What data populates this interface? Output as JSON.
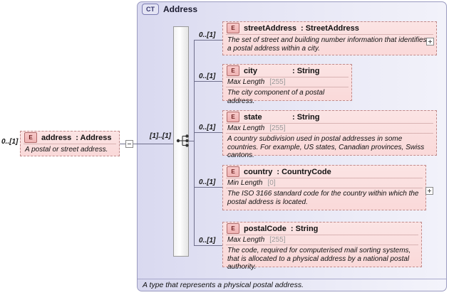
{
  "diagram": {
    "complex_type": {
      "badge": "CT",
      "title": "Address",
      "footer_annotation": "A type that represents a physical postal address."
    },
    "root_element": {
      "badge": "E",
      "name": "address",
      "type": ": Address",
      "cardinality": "0..[1]",
      "annotation": "A postal or street address.",
      "collapse_icon": "minus-box"
    },
    "sequence": {
      "cardinality": "[1]..[1]",
      "icon": "sequence-compositor-icon"
    },
    "children": [
      {
        "badge": "E",
        "name": "streetAddress",
        "type": ": StreetAddress",
        "cardinality": "0..[1]",
        "facet_name": "",
        "facet_value": "",
        "annotation": "The set of street and building number information that identifies a postal address within a city.",
        "expand_icon": "plus-box"
      },
      {
        "badge": "E",
        "name": "city",
        "type": ": String",
        "cardinality": "0..[1]",
        "facet_name": "Max Length",
        "facet_value": "[255]",
        "annotation": "The city component of a postal address.",
        "expand_icon": ""
      },
      {
        "badge": "E",
        "name": "state",
        "type": ": String",
        "cardinality": "0..[1]",
        "facet_name": "Max Length",
        "facet_value": "[255]",
        "annotation": "A country subdivision used in postal addresses in some countries. For example, US states, Canadian provinces, Swiss cantons.",
        "expand_icon": ""
      },
      {
        "badge": "E",
        "name": "country",
        "type": ": CountryCode",
        "cardinality": "0..[1]",
        "facet_name": "Min Length",
        "facet_value": "[0]",
        "annotation": "The ISO 3166 standard code for the country within which the postal address is located.",
        "expand_icon": "plus-box"
      },
      {
        "badge": "E",
        "name": "postalCode",
        "type": ": String",
        "cardinality": "0..[1]",
        "facet_name": "Max Length",
        "facet_value": "[255]",
        "annotation": "The code, required for computerised mail sorting systems, that is allocated to a physical address by a national postal authority.",
        "expand_icon": ""
      }
    ],
    "colors": {
      "element_fill": "#fbe4e4",
      "element_border": "#c08b8b",
      "container_fill": "#e0e0f2",
      "container_border": "#9a9ac0"
    }
  }
}
